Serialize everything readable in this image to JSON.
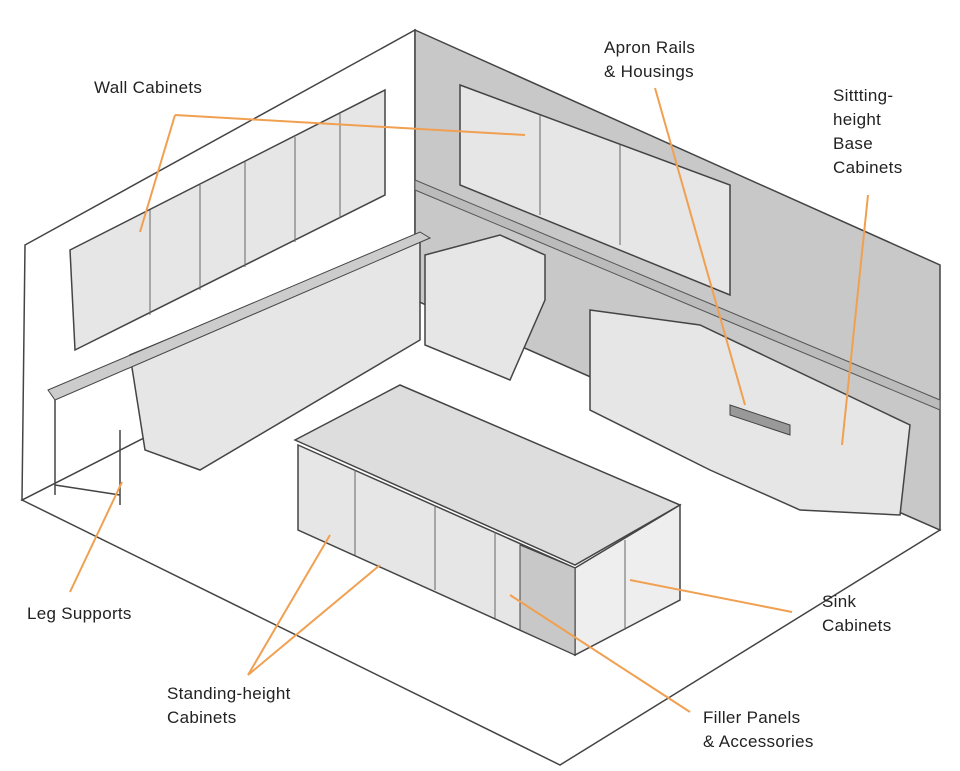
{
  "labels": {
    "wall_cabinets": "Wall Cabinets",
    "apron_rails": "Apron Rails\n& Housings",
    "sitting_height": "Sittting-\nheight\nBase\nCabinets",
    "leg_supports": "Leg Supports",
    "standing_height": "Standing-height\nCabinets",
    "sink_cabinets": "Sink\nCabinets",
    "filler_panels": "Filler Panels\n& Accessories"
  },
  "colors": {
    "leader": "#f0a050",
    "wall": "#c8c8c8",
    "cabinet": "#e6e6e6",
    "outline": "#444444"
  }
}
